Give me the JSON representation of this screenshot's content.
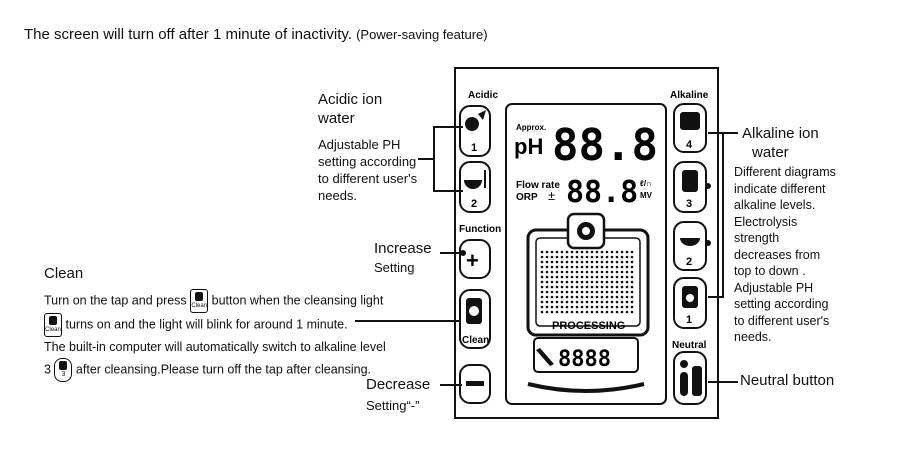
{
  "header": {
    "main": "The screen will turn off after 1 minute of inactivity.",
    "note": "(Power-saving feature)"
  },
  "panel": {
    "acidic_label": "Acidic",
    "alkaline_label": "Alkaline",
    "function_label": "Function",
    "neutral_label": "Neutral",
    "clean_label": "Clean",
    "left_buttons": [
      "1",
      "2"
    ],
    "right_buttons": [
      "4",
      "3",
      "2",
      "1"
    ],
    "plus_symbol": "+",
    "minus_symbol": "−"
  },
  "display": {
    "approx": "Approx.",
    "ph": "pH",
    "ph_digits": "88.8",
    "flow_rate": "Flow rate",
    "orp": "ORP",
    "plus_minus": "±",
    "orp_digits": "88.8",
    "unit_top": "ℓ/∩",
    "unit_bottom": "MV",
    "processing": "PROCESSING",
    "counter_digits": "8888"
  },
  "callouts": {
    "acidic": {
      "title_1": "Acidic ion",
      "title_2": "water",
      "body": [
        "Adjustable PH",
        "setting according",
        "to different user's",
        "needs."
      ]
    },
    "increase": {
      "title": "Increase",
      "sub": "Setting"
    },
    "decrease": {
      "title": "Decrease",
      "sub": "Setting“-”"
    },
    "clean": {
      "title": "Clean",
      "line1a": "Turn on the tap and press",
      "line1b": "button when the cleansing  light",
      "line2": "turns on and the light will blink for around 1 minute.",
      "line3": "The built-in computer will automatically switch to alkaline level",
      "line4a": "3",
      "line4b": "after cleansing.Please turn off the tap after cleansing.",
      "icon_text": "Clean",
      "icon_num": "3"
    },
    "alkaline": {
      "title_1": "Alkaline ion",
      "title_2": "water",
      "body": [
        "Different diagrams",
        "indicate different",
        "alkaline levels.",
        "Electrolysis",
        "strength",
        "decreases from",
        "top to down .",
        "Adjustable PH",
        "setting according",
        "to different user's",
        "needs."
      ]
    },
    "neutral": {
      "title": "Neutral button"
    }
  }
}
